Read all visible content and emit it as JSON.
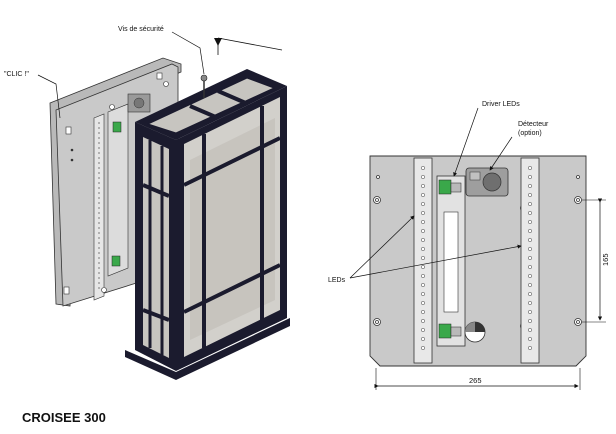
{
  "product": {
    "title": "CROISEE 300"
  },
  "labels": {
    "security_screw": "Vis de sécurité",
    "clip": "\"CLIC !\"",
    "driver_leds": "Driver LEDs",
    "detector": "Détecteur",
    "detector_note": "(option)",
    "leds": "LEDs"
  },
  "dimensions": {
    "width": "265",
    "height": "165"
  },
  "colors": {
    "frame": "#1b1b2e",
    "plate": "#c9c9c9",
    "glass": "#c7c5c0",
    "led_green": "#3aa84a"
  }
}
